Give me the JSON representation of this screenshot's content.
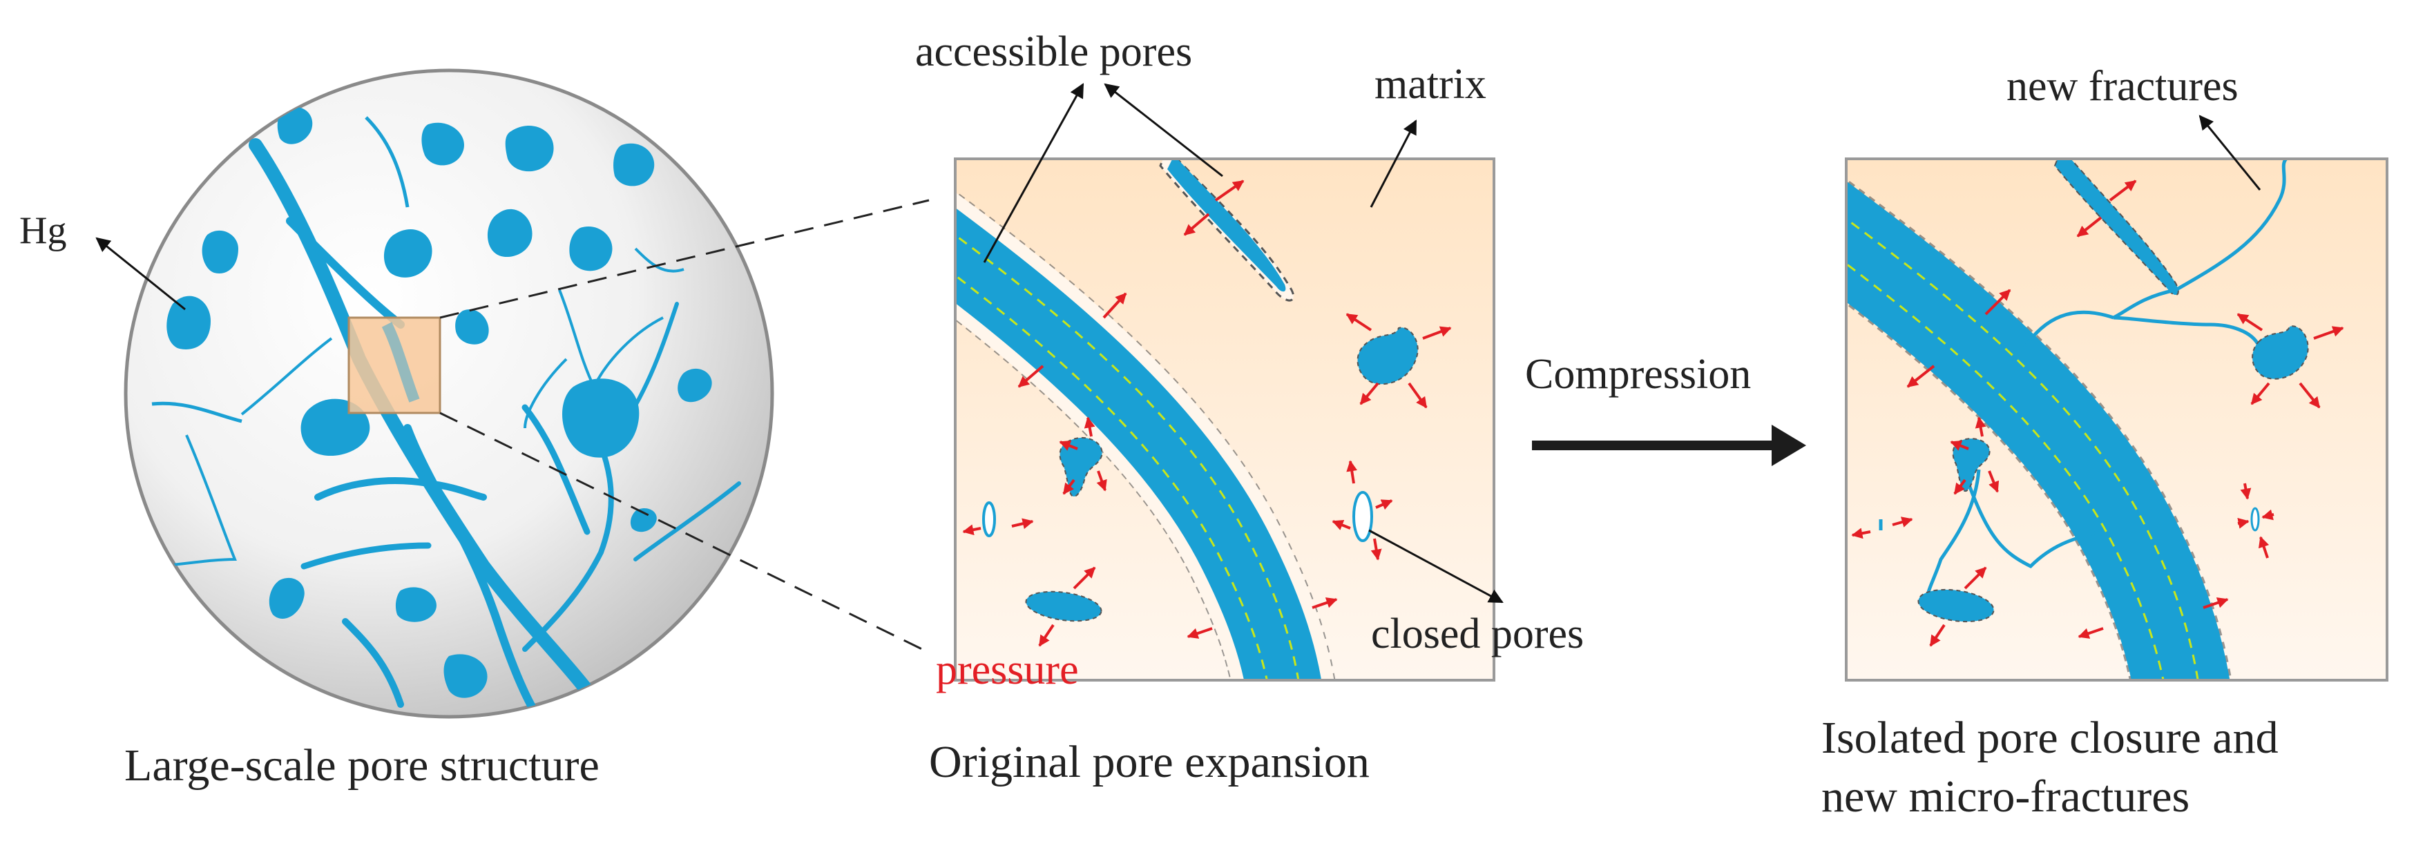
{
  "panels": {
    "large_scale": {
      "caption": "Large-scale pore structure"
    },
    "original": {
      "caption": "Original pore expansion"
    },
    "compressed": {
      "caption_line1": "Isolated pore closure and",
      "caption_line2": "new micro-fractures"
    }
  },
  "labels": {
    "hg": "Hg",
    "accessible_pores": "accessible pores",
    "matrix": "matrix",
    "closed_pores": "closed pores",
    "pressure": "pressure",
    "new_fractures": "new fractures",
    "compression": "Compression"
  },
  "colors": {
    "pore_fill": "#1aa0d4",
    "pore_stroke": "#0d86b8",
    "matrix_light": "#ffe9cf",
    "zoom_box": "#f8c89a",
    "pressure_arrow": "#e31e24",
    "inner_dash": "#c8e61a",
    "label_text": "#222222",
    "pressure_text": "#e31e24"
  }
}
